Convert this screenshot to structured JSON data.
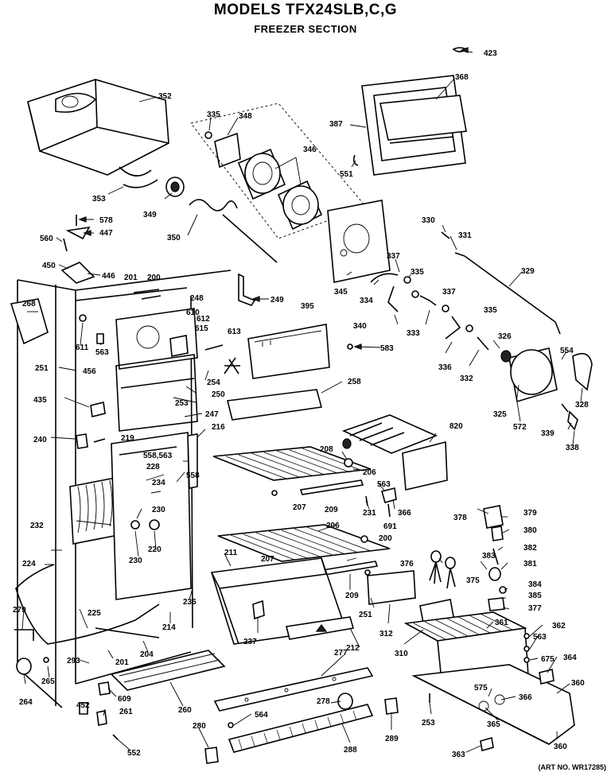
{
  "header": {
    "title": "MODELS TFX24SLB,C,G",
    "subtitle": "FREEZER SECTION"
  },
  "footer": {
    "art_no": "(ART NO. WR17285)"
  },
  "part_labels": [
    "352",
    "335",
    "348",
    "346",
    "387",
    "368",
    "423",
    "551",
    "353",
    "349",
    "350",
    "578",
    "447",
    "560",
    "450",
    "446",
    "201",
    "200",
    "249",
    "345",
    "334",
    "337",
    "335",
    "330",
    "331",
    "329",
    "395",
    "268",
    "248",
    "610",
    "612",
    "613",
    "615",
    "611",
    "563",
    "251",
    "456",
    "583",
    "340",
    "333",
    "337",
    "335",
    "326",
    "554",
    "336",
    "332",
    "325",
    "572",
    "328",
    "339",
    "338",
    "254",
    "250",
    "253",
    "247",
    "258",
    "435",
    "216",
    "240",
    "219",
    "820",
    "208",
    "206",
    "558,563",
    "228",
    "558",
    "234",
    "230",
    "232",
    "563",
    "231",
    "207",
    "209",
    "366",
    "691",
    "206",
    "200",
    "378",
    "379",
    "380",
    "220",
    "230",
    "224",
    "211",
    "207",
    "382",
    "376",
    "383",
    "375",
    "381",
    "384",
    "385",
    "377",
    "236",
    "279",
    "225",
    "214",
    "237",
    "209",
    "251",
    "212",
    "312",
    "310",
    "361",
    "362",
    "563",
    "675",
    "364",
    "204",
    "201",
    "277",
    "293",
    "265",
    "264",
    "609",
    "260",
    "452",
    "261",
    "278",
    "575",
    "366",
    "360",
    "253",
    "365",
    "280",
    "564",
    "552",
    "289",
    "288",
    "363",
    "360"
  ]
}
